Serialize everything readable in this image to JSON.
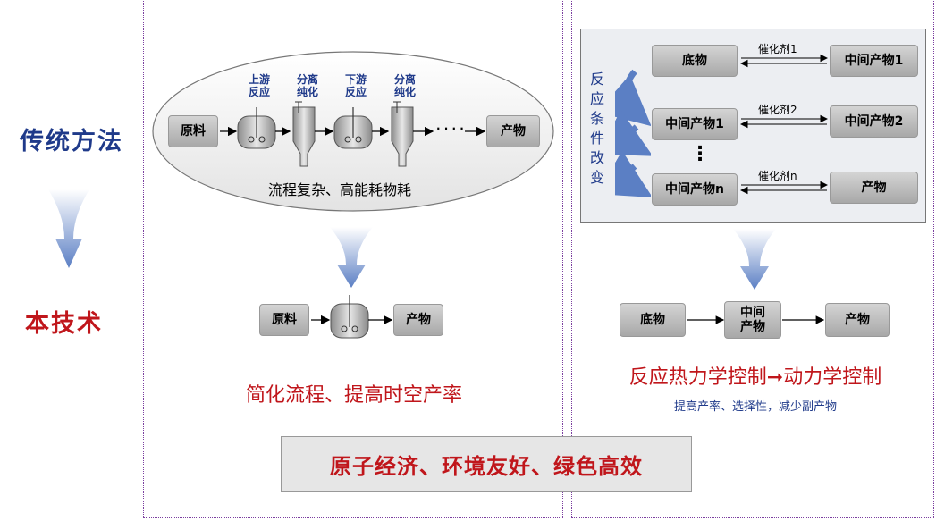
{
  "left_labels": {
    "traditional": "传统方法",
    "this_tech": "本技术"
  },
  "left_panel": {
    "steps": [
      {
        "id": "up",
        "label": "上游\n反应"
      },
      {
        "id": "sep1",
        "label": "分离\n纯化"
      },
      {
        "id": "down",
        "label": "下游\n反应"
      },
      {
        "id": "sep2",
        "label": "分离\n纯化"
      }
    ],
    "raw": "原料",
    "product": "产物",
    "dots": "· · · ·",
    "ellipse_caption": "流程复杂、高能耗物耗",
    "bottom_raw": "原料",
    "bottom_product": "产物",
    "summary": "简化流程、提高时空产率"
  },
  "right_panel": {
    "vertical_text": [
      "反",
      "应",
      "条",
      "件",
      "改",
      "变"
    ],
    "rows": [
      {
        "left": "底物",
        "catalyst": "催化剂1",
        "right": "中间产物1"
      },
      {
        "left": "中间产物1",
        "catalyst": "催化剂2",
        "right": "中间产物2"
      },
      {
        "left": "中间产物n",
        "catalyst": "催化剂n",
        "right": "产物"
      }
    ],
    "vdots": "⋮",
    "bottom": {
      "substrate": "底物",
      "middle": "中间\n产物",
      "product": "产物"
    },
    "summary": "反应热力学控制➞动力学控制",
    "subsummary": "提高产率、选择性，减少副产物"
  },
  "banner": "原子经济、环境友好、绿色高效",
  "colors": {
    "blue_label": "#1f3a8a",
    "red": "#c0161b",
    "panel_border": "#7b3fa0",
    "arrow_blue": "#5b7fc4"
  }
}
